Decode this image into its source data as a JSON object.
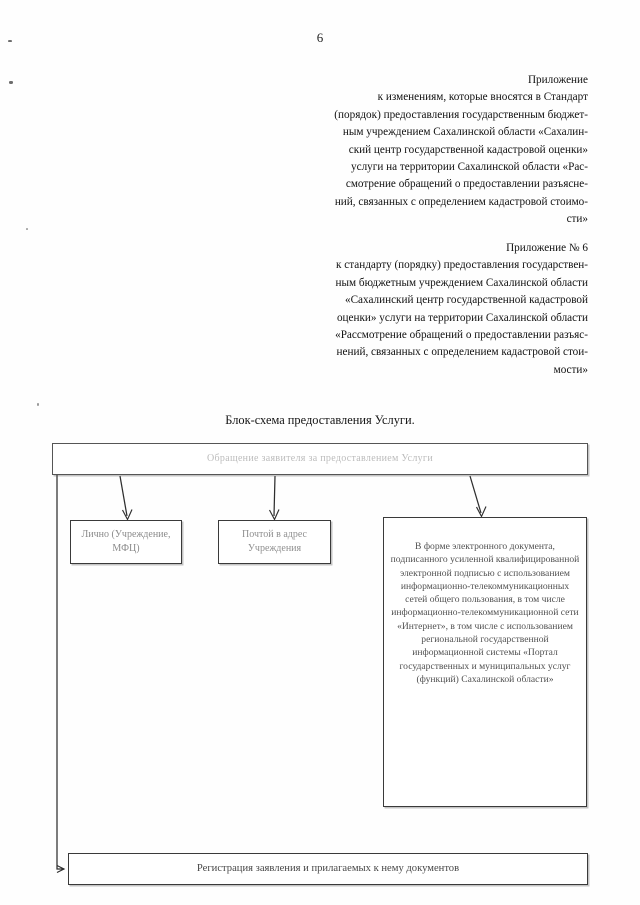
{
  "document": {
    "page_number": "6",
    "language": "ru"
  },
  "appendix_1": {
    "heading": "Приложение",
    "lines": [
      "к изменениям, которые вносятся в Стандарт",
      "(порядок) предоставления государственным бюджет-",
      "ным учреждением Сахалинской области «Сахалин-",
      "ский центр государственной кадастровой оценки»",
      "услуги на территории Сахалинской области «Рас-",
      "смотрение обращений о предоставлении разъясне-",
      "ний, связанных с определением кадастровой стоимо-",
      "сти»"
    ],
    "text": "Приложение к изменениям, которые вносятся в Стандарт (порядок) предоставления государственным бюджетным учреждением Сахалинской области «Сахалинский центр государственной кадастровой оценки» услуги на территории Сахалинской области «Рассмотрение обращений о предоставлении разъяснений, связанных с определением кадастровой стоимости»"
  },
  "appendix_2": {
    "heading": "Приложение № 6",
    "lines": [
      "к стандарту (порядку) предоставления государствен-",
      "ным бюджетным учреждением Сахалинской области",
      "«Сахалинский центр государственной кадастровой",
      "оценки» услуги на территории Сахалинской области",
      "«Рассмотрение обращений о предоставлении разъяс-",
      "нений, связанных с определением кадастровой стои-",
      "мости»"
    ],
    "text": "Приложение № 6 к стандарту (порядку) предоставления государственным бюджетным учреждением Сахалинской области «Сахалинский центр государственной кадастровой оценки» услуги на территории Сахалинской области «Рассмотрение обращений о предоставлении разъяснений, связанных с определением кадастровой стоимости»"
  },
  "flowchart": {
    "title": "Блок-схема предоставления Услуги.",
    "nodes": {
      "entry": "Обращение заявителя за предоставлением Услуги",
      "personal": "Лично (Учреждение, МФЦ)",
      "mail": "Почтой в адрес Учреждения",
      "electronic": "В форме электронного документа, подписанного усиленной квалифицированной электронной подписью с использованием информационно-телекоммуникационных сетей общего пользования, в том числе информационно-телекоммуникационной сети «Интернет», в том числе с использованием региональной государственной информационной системы «Портал государственных и муниципальных услуг (функций) Сахалинской области»",
      "register": "Регистрация заявления и прилагаемых к нему документов"
    }
  }
}
